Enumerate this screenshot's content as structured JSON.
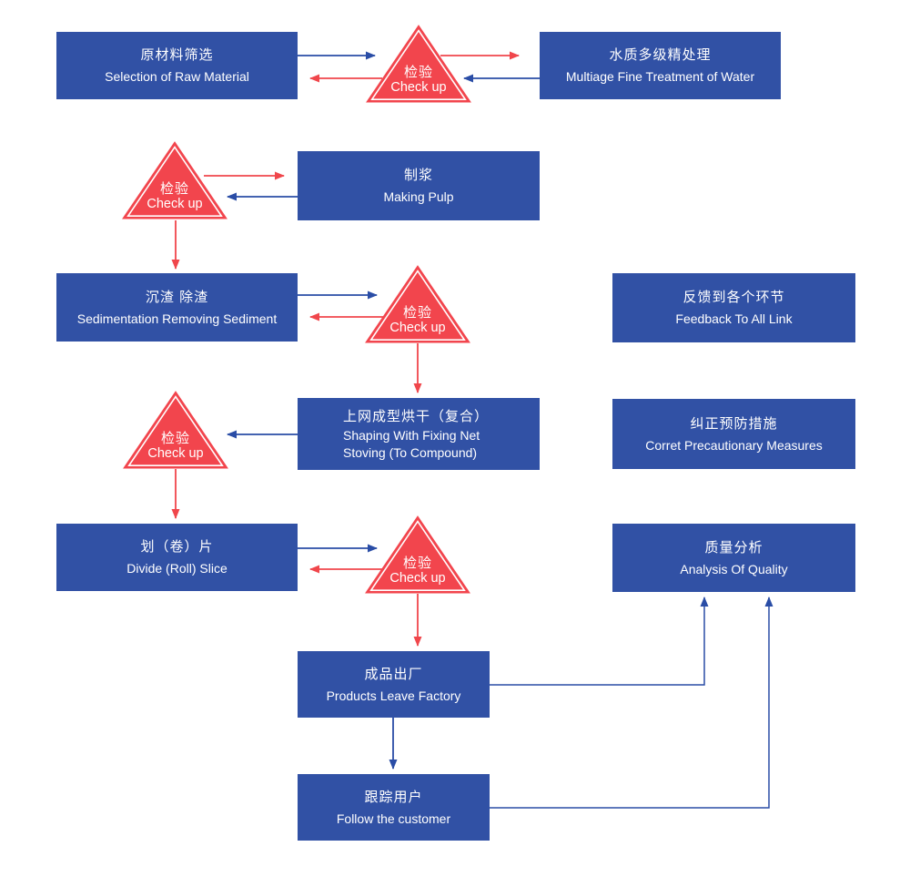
{
  "colors": {
    "box_blue": "#3151a5",
    "triangle_red": "#f2454d",
    "arrow_red": "#f0464b",
    "arrow_blue": "#2a4da6",
    "text_white": "#ffffff",
    "background": "#ffffff"
  },
  "checkup": {
    "zh": "检验",
    "en": "Check up"
  },
  "boxes": {
    "raw_material": {
      "zh": "原材料筛选",
      "en": "Selection of Raw Material"
    },
    "water_treatment": {
      "zh": "水质多级精处理",
      "en": "Multiage Fine Treatment of Water"
    },
    "making_pulp": {
      "zh": "制浆",
      "en": "Making Pulp"
    },
    "sedimentation": {
      "zh": "沉渣 除渣",
      "en": "Sedimentation Removing Sediment"
    },
    "feedback": {
      "zh": "反馈到各个环节",
      "en": "Feedback To All Link"
    },
    "shaping": {
      "zh": "上网成型烘干（复合）",
      "en1": "Shaping With Fixing Net",
      "en2": "Stoving (To Compound)"
    },
    "correct": {
      "zh": "纠正预防措施",
      "en": "Corret Precautionary Measures"
    },
    "divide": {
      "zh": "划（卷）片",
      "en": "Divide (Roll) Slice"
    },
    "analysis": {
      "zh": "质量分析",
      "en": "Analysis Of Quality"
    },
    "products": {
      "zh": "成品出厂",
      "en": "Products Leave Factory"
    },
    "follow": {
      "zh": "跟踪用户",
      "en": "Follow the customer"
    }
  }
}
